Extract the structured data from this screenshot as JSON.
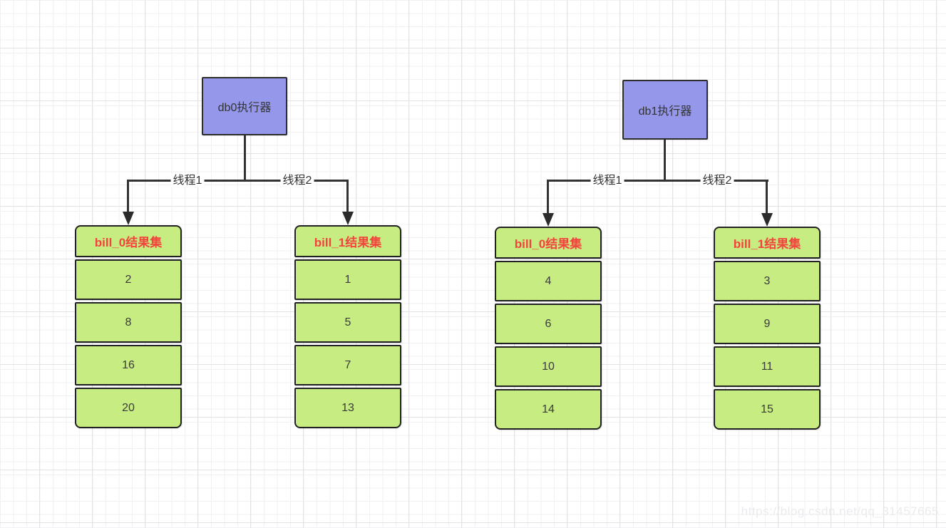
{
  "watermark": "https://blog.csdn.net/qq_31457665",
  "colors": {
    "executor_fill": "#9598ea",
    "result_fill": "#c7ec82",
    "node_border": "#222222",
    "header_text": "#f2443c",
    "connector": "#333333",
    "grid_minor": "#f1f1f4",
    "grid_major": "#e3e3e7"
  },
  "groups": [
    {
      "executor": "db0执行器",
      "threads": [
        "线程1",
        "线程2"
      ],
      "results": [
        {
          "title": "bill_0结果集",
          "values": [
            "2",
            "8",
            "16",
            "20"
          ]
        },
        {
          "title": "bill_1结果集",
          "values": [
            "1",
            "5",
            "7",
            "13"
          ]
        }
      ]
    },
    {
      "executor": "db1执行器",
      "threads": [
        "线程1",
        "线程2"
      ],
      "results": [
        {
          "title": "bill_0结果集",
          "values": [
            "4",
            "6",
            "10",
            "14"
          ]
        },
        {
          "title": "bill_1结果集",
          "values": [
            "3",
            "9",
            "11",
            "15"
          ]
        }
      ]
    }
  ]
}
